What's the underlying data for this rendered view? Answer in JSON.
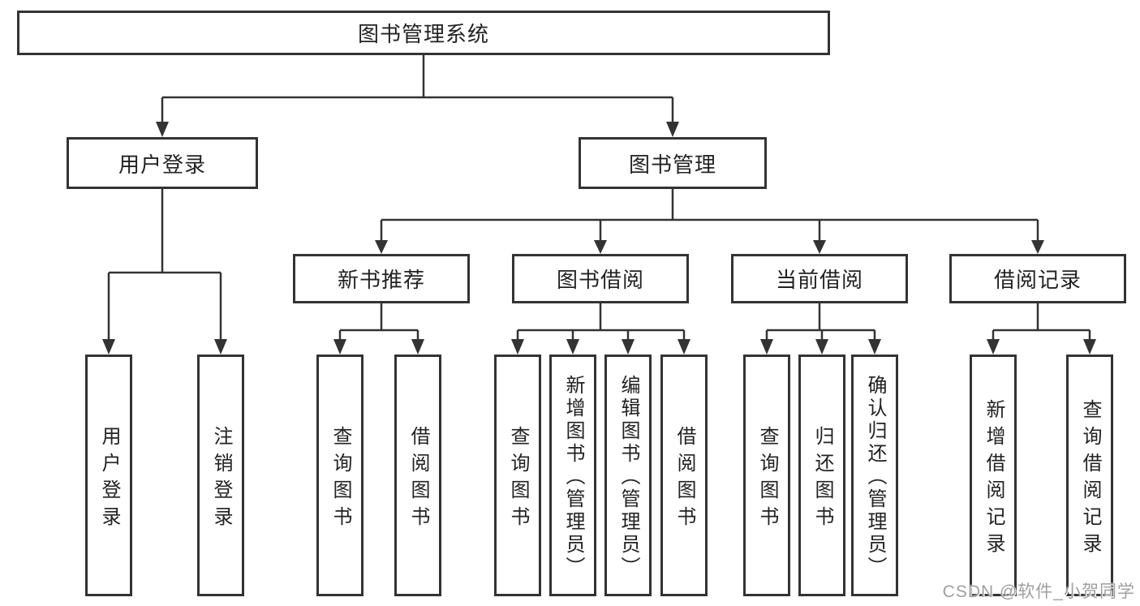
{
  "tree": {
    "label": "图书管理系统",
    "children": [
      {
        "label": "用户登录",
        "children": [
          {
            "label": "用户登录"
          },
          {
            "label": "注销登录"
          }
        ]
      },
      {
        "label": "图书管理",
        "children": [
          {
            "label": "新书推荐",
            "children": [
              {
                "label": "查询图书"
              },
              {
                "label": "借阅图书"
              }
            ]
          },
          {
            "label": "图书借阅",
            "children": [
              {
                "label": "查询图书"
              },
              {
                "label": "新增图书（管理员）"
              },
              {
                "label": "编辑图书（管理员）"
              },
              {
                "label": "借阅图书"
              }
            ]
          },
          {
            "label": "当前借阅",
            "children": [
              {
                "label": "查询图书"
              },
              {
                "label": "归还图书"
              },
              {
                "label": "确认归还（管理员）"
              }
            ]
          },
          {
            "label": "借阅记录",
            "children": [
              {
                "label": "新增借阅记录"
              },
              {
                "label": "查询借阅记录"
              }
            ]
          }
        ]
      }
    ]
  },
  "watermark": "CSDN @软件_小贺同学",
  "colors": {
    "line": "#333333",
    "text": "#222222",
    "watermark": "#9f9f9f",
    "background": "#ffffff"
  }
}
